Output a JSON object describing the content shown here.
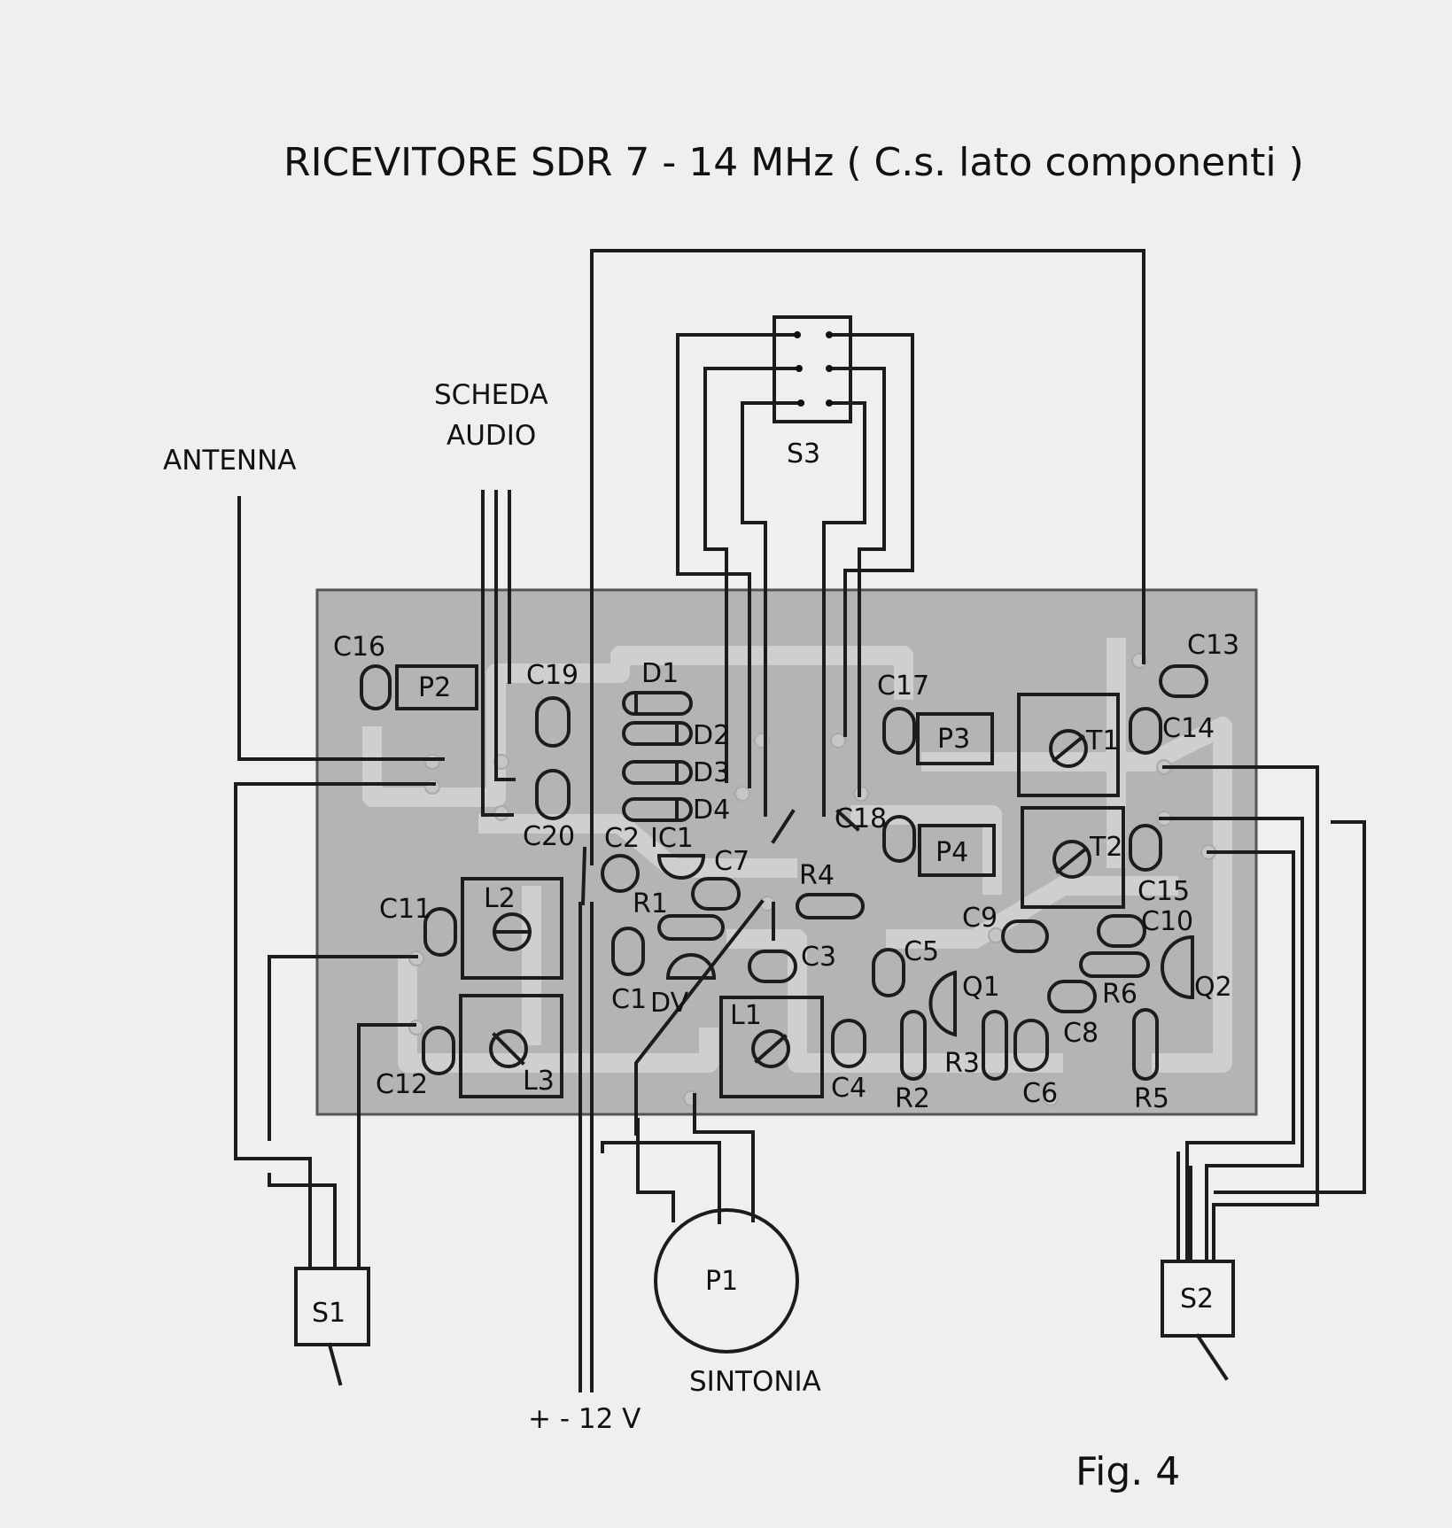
{
  "title": "RICEVITORE SDR 7 - 14 MHz ( C.s. lato componenti )",
  "labels": {
    "antenna": "ANTENNA",
    "scheda_line1": "SCHEDA",
    "scheda_line2": "AUDIO",
    "supply": "+ - 12 V",
    "sintonia": "SINTONIA",
    "fig": "Fig. 4"
  },
  "off_board": {
    "s1": "S1",
    "s2": "S2",
    "s3": "S3",
    "p1": "P1"
  },
  "components": {
    "C16": "C16",
    "P2": "P2",
    "C19": "C19",
    "D1": "D1",
    "D2": "D2",
    "D3": "D3",
    "D4": "D4",
    "C17": "C17",
    "P3": "P3",
    "T1": "T1",
    "C13": "C13",
    "C14": "C14",
    "C20": "C20",
    "C2": "C2",
    "IC1": "IC1",
    "C7": "C7",
    "C18": "C18",
    "P4": "P4",
    "T2": "T2",
    "C15": "C15",
    "R1": "R1",
    "R4": "R4",
    "C11": "C11",
    "L2": "L2",
    "C9": "C9",
    "C10": "C10",
    "C1": "C1",
    "DV": "DV",
    "C3": "C3",
    "C5": "C5",
    "Q1": "Q1",
    "R6": "R6",
    "Q2": "Q2",
    "L1": "L1",
    "C8": "C8",
    "C12": "C12",
    "L3": "L3",
    "C4": "C4",
    "R2": "R2",
    "R3": "R3",
    "C6": "C6",
    "R5": "R5"
  },
  "colors": {
    "board": "#b4b4b4",
    "trace": "#cfcfcf",
    "ink": "#1c1c1c",
    "paper": "#efefef"
  }
}
